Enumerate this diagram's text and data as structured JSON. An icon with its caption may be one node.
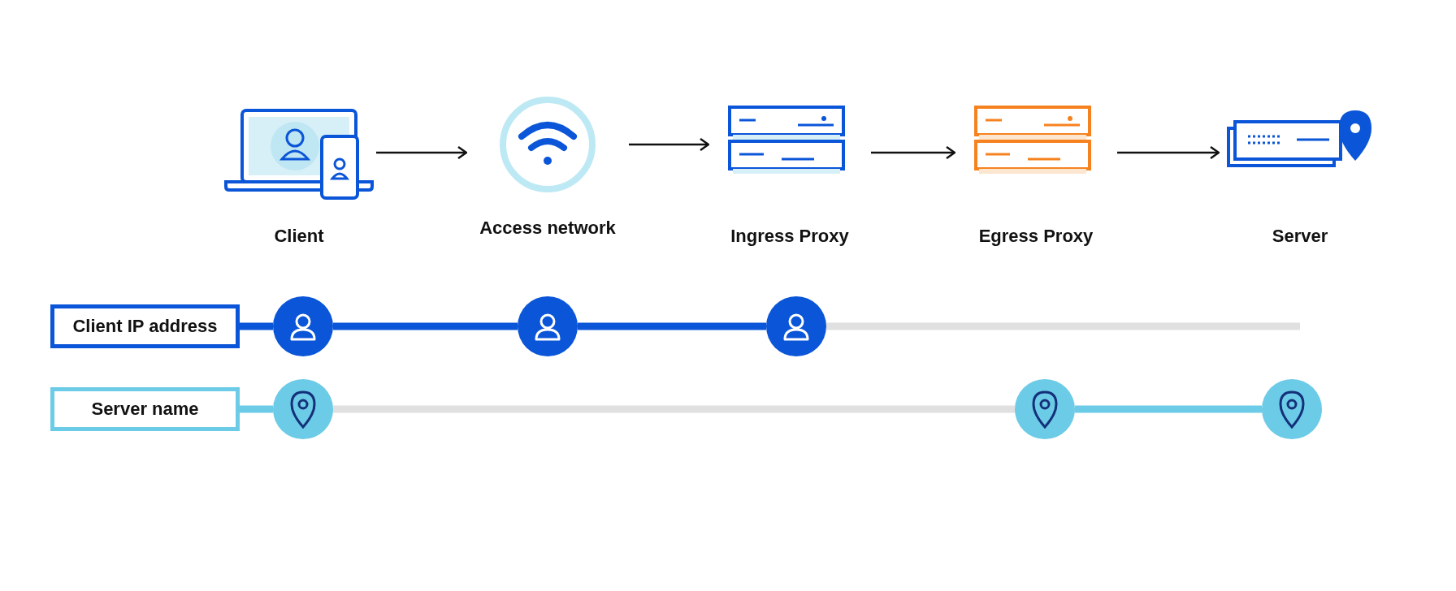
{
  "diagram": {
    "nodes": [
      {
        "text": [
          "Client"
        ]
      },
      {
        "text": [
          "Access network"
        ]
      },
      {
        "text": [
          "Ingress Proxy"
        ]
      },
      {
        "text": [
          "Egress Proxy"
        ]
      },
      {
        "text": [
          "Server"
        ]
      },
      {
        "text": [
          "Client IP address"
        ]
      },
      {
        "text": [],
        "shape": "circle"
      },
      {
        "text": [],
        "shape": "circle"
      },
      {
        "text": [],
        "shape": "circle"
      },
      {
        "text": [
          "Server name"
        ]
      },
      {
        "text": [],
        "shape": "circle"
      },
      {
        "text": [],
        "shape": "circle"
      },
      {
        "text": [],
        "shape": "circle"
      }
    ],
    "edges": [
      {
        "from": 0,
        "to": 1,
        "arrow": "to"
      },
      {
        "from": 1,
        "to": 2,
        "arrow": "to"
      },
      {
        "from": 2,
        "to": 3,
        "arrow": "to"
      },
      {
        "from": 3,
        "to": 4,
        "arrow": "to"
      },
      {
        "from": 5,
        "to": 6,
        "arrow": "none",
        "color": "#0a55d8"
      },
      {
        "from": 6,
        "to": 7,
        "arrow": "none",
        "color": "#0a55d8"
      },
      {
        "from": 7,
        "to": 8,
        "arrow": "none",
        "color": "#0a55d8"
      },
      {
        "from": 8,
        "to": null,
        "arrow": "none",
        "color": "#e0e0e0"
      },
      {
        "from": 9,
        "to": 10,
        "arrow": "none",
        "color": "#6ccbe6"
      },
      {
        "from": 10,
        "to": 11,
        "arrow": "none",
        "color": "#e0e0e0"
      },
      {
        "from": 11,
        "to": 12,
        "arrow": "none",
        "color": "#6ccbe6"
      }
    ]
  }
}
